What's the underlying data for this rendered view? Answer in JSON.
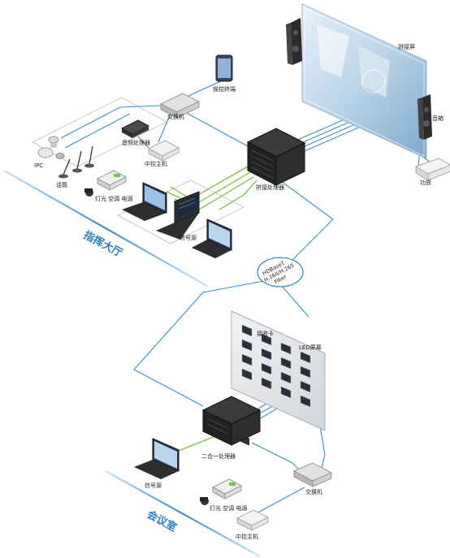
{
  "zones": {
    "command_hall": "指挥大厅",
    "meeting_room": "会议室"
  },
  "labels": {
    "splice_screen": "拼接屏",
    "speaker": "音箱",
    "power_amp": "功放",
    "control_terminal": "操控终端",
    "switch_top": "交换机",
    "audio_processor": "音频处理器",
    "central_control_top": "中控主机",
    "ipc": "IPC",
    "mic": "话筒",
    "light_ac_curtain_top": "灯光 空调 电源",
    "signal_source_top": "信号源",
    "splice_processor": "拼接处理器",
    "network": [
      "HDBaseT",
      "H.264/H.265",
      "Fiber"
    ],
    "receiver_card": "接收卡",
    "led_screen": "LED屏幕",
    "two_in_one_processor": "二合一处理器",
    "signal_source_bottom": "信号源",
    "switch_bottom": "交换机",
    "light_ac_curtain_bottom": "灯光 空调 电源",
    "central_control_bottom": "中控主机"
  },
  "colors": {
    "link_blue": "#3a8fc8",
    "link_green": "#7cc242",
    "zone_blue": "#2c7fc0"
  }
}
